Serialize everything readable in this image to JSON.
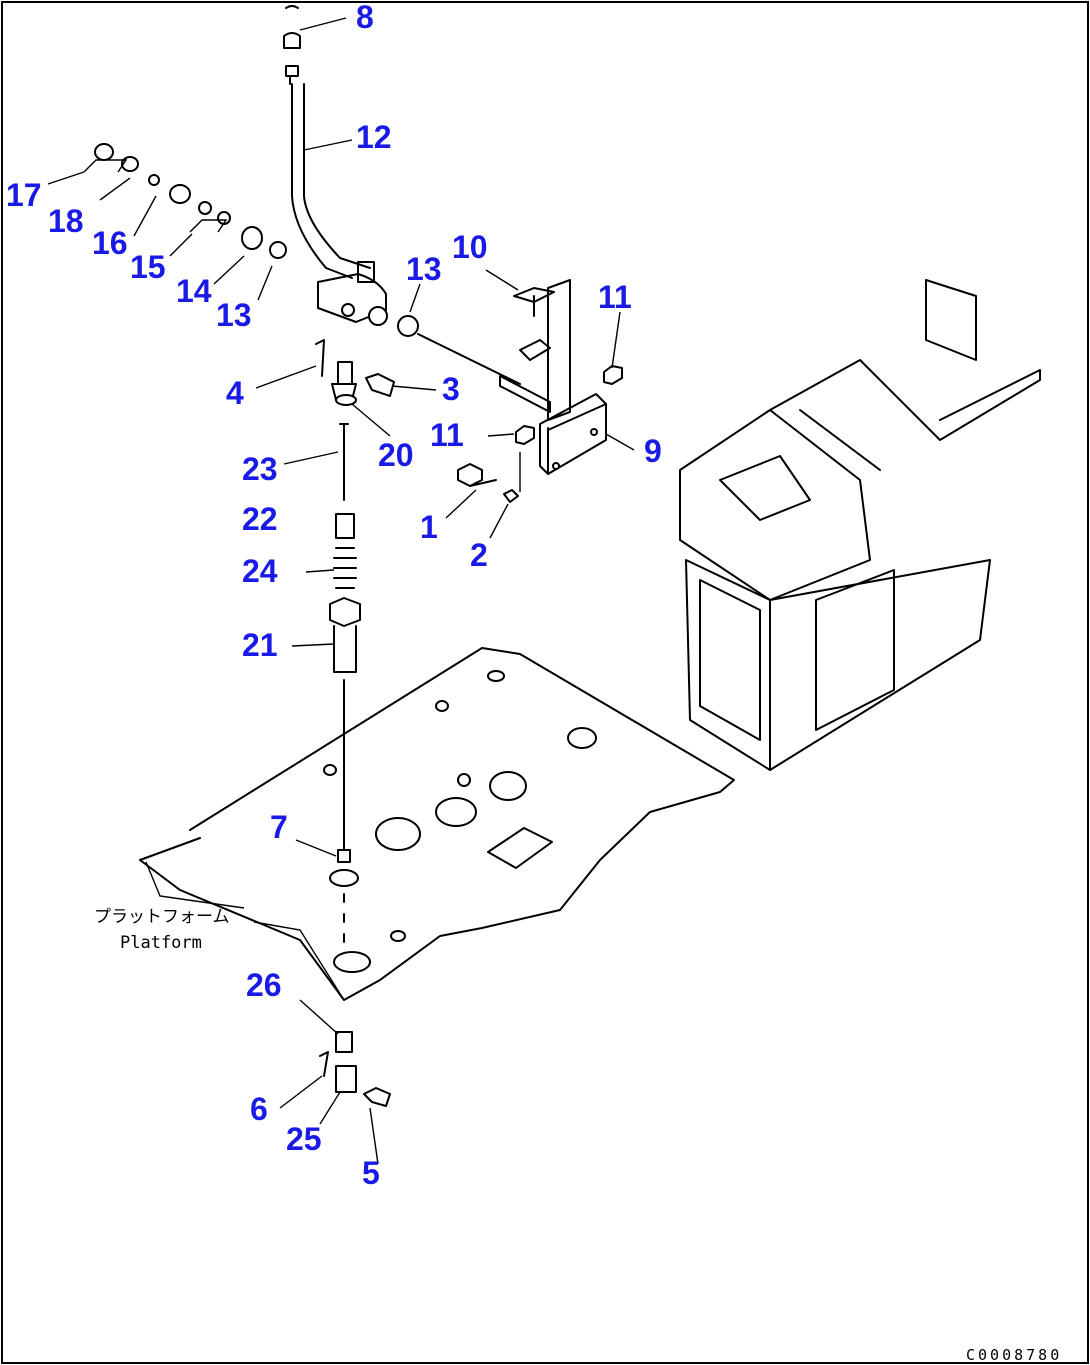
{
  "drawing_code": "C0008780",
  "platform_caption": {
    "jp": "プラットフォーム",
    "en": "Platform"
  },
  "part_labels": [
    "8",
    "12",
    "17",
    "18",
    "16",
    "15",
    "14",
    "13",
    "13",
    "10",
    "11",
    "4",
    "3",
    "20",
    "11",
    "9",
    "23",
    "22",
    "24",
    "21",
    "1",
    "2",
    "7",
    "26",
    "6",
    "25",
    "5"
  ]
}
